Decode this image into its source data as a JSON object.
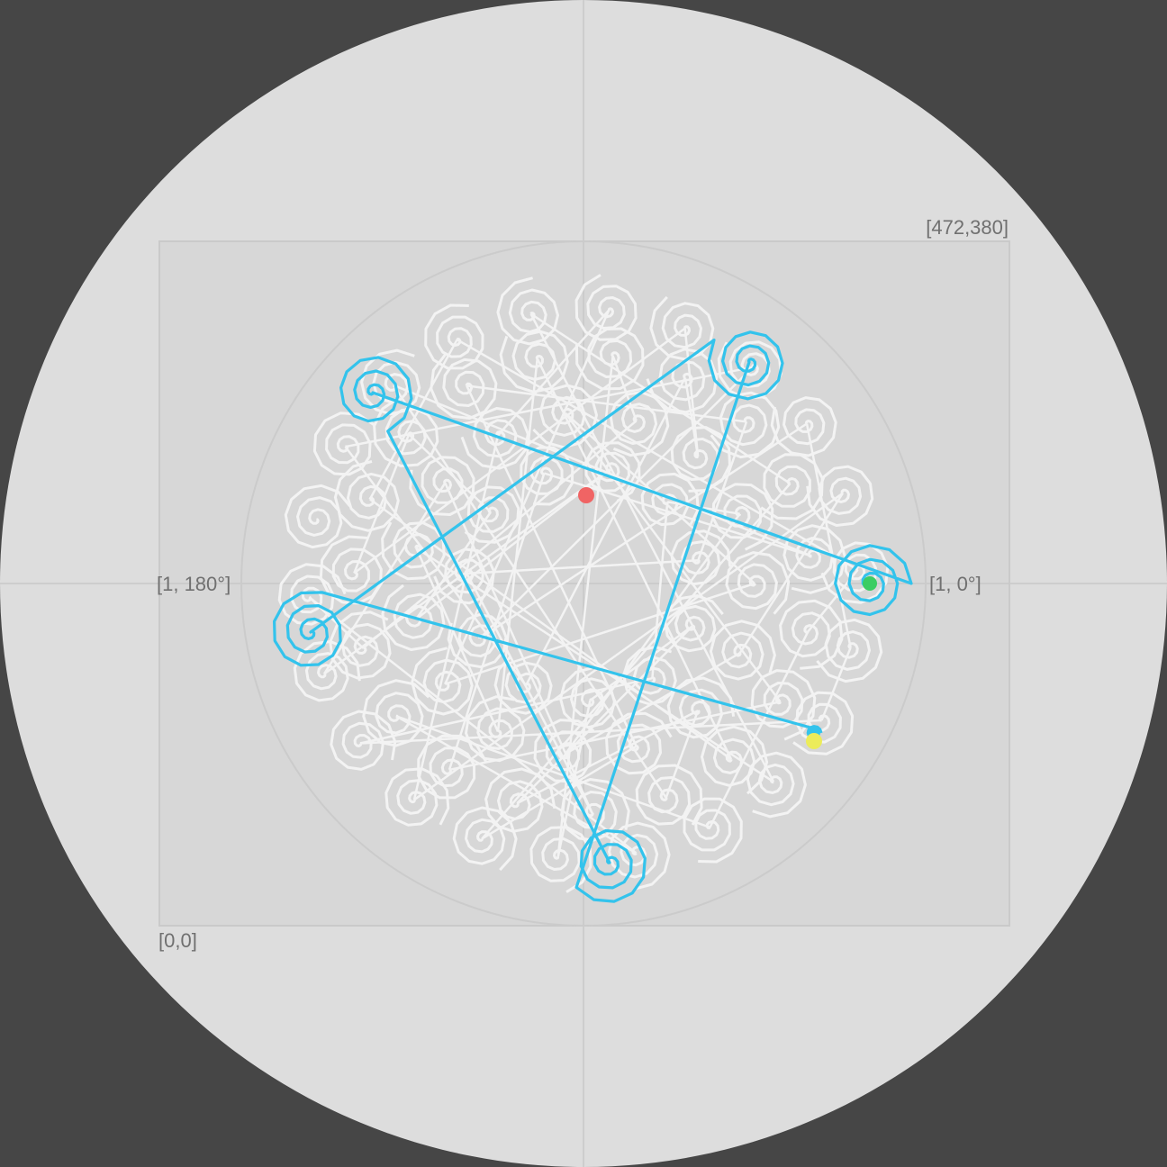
{
  "labels": {
    "top_right_corner": "[472,380]",
    "bottom_left_corner": "[0,0]",
    "left_axis": "[1, 180°]",
    "right_axis": "[1, 0°]"
  },
  "colors": {
    "background": "#464646",
    "disc": "#dddddd",
    "frame_fill": "#d6d6d6",
    "frame_stroke": "#cacaca",
    "crosshair": "#c8c8c8",
    "unit_circle": "#cbcbcb",
    "spiral_pattern": "#f3f3f3",
    "highlight_path": "#33c3ec",
    "start_marker": "#3ccd63",
    "end_marker": "#ecec5a",
    "center_marker": "#f06464"
  },
  "markers": {
    "start": "start-point",
    "end": "end-point",
    "center": "center-point"
  }
}
